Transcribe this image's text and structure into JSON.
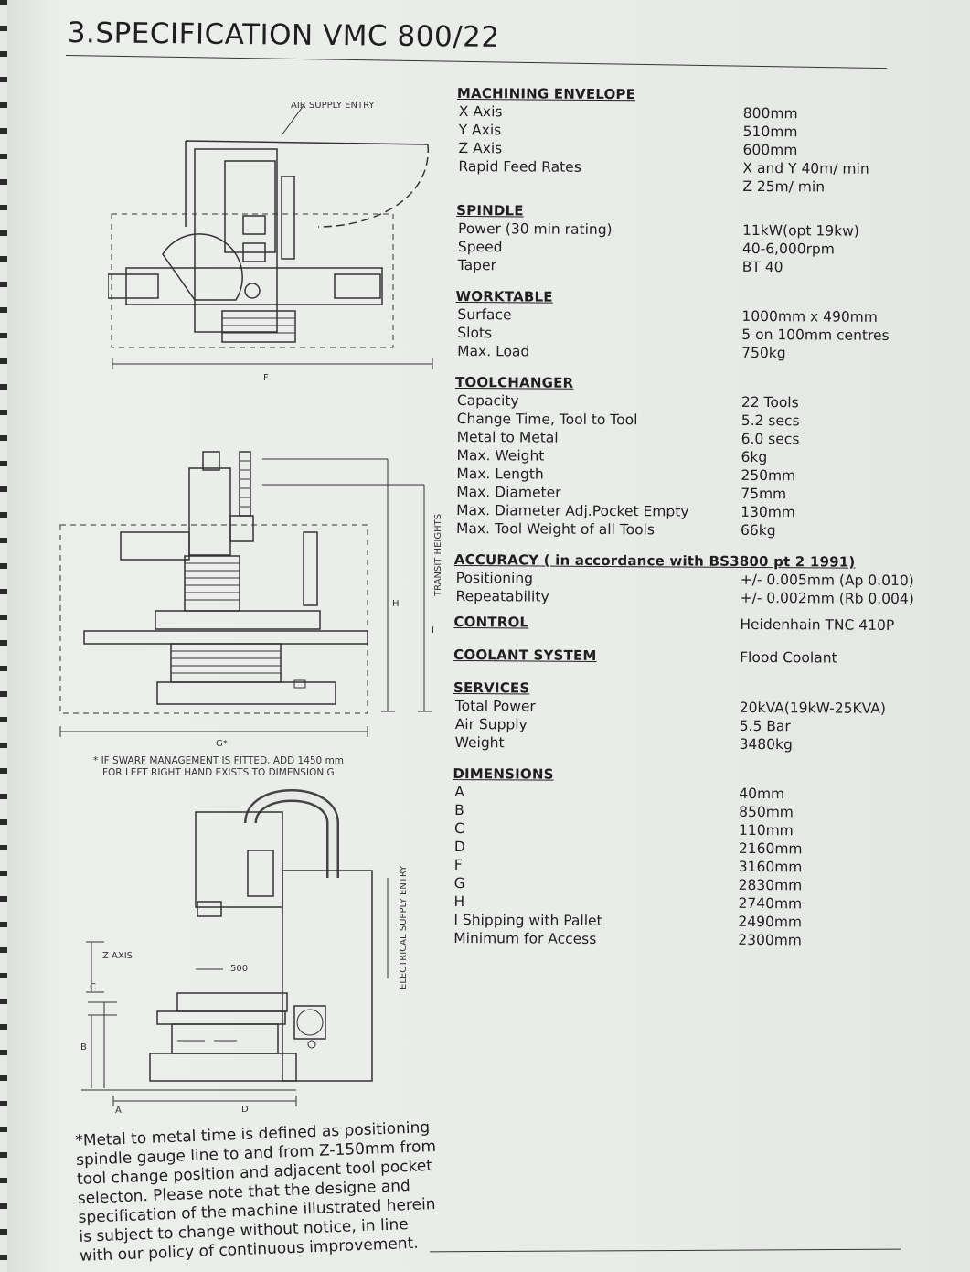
{
  "title": "3.SPECIFICATION VMC 800/22",
  "drawings": {
    "top": {
      "air_supply_label": "AIR SUPPLY ENTRY",
      "dim_f": "F"
    },
    "front": {
      "dim_g": "G*",
      "dim_h": "H",
      "dim_i": "I",
      "transit_heights": "TRANSIT HEIGHTS",
      "note_line1": "* IF SWARF MANAGEMENT IS FITTED, ADD 1450 mm",
      "note_line2": "FOR LEFT RIGHT HAND EXISTS TO DIMENSION G"
    },
    "side": {
      "z_axis": "Z AXIS",
      "dim_500": "500",
      "dim_a": "A",
      "dim_b": "B",
      "dim_c": "C",
      "dim_d": "D",
      "electrical_supply": "ELECTRICAL SUPPLY ENTRY"
    }
  },
  "specs": {
    "machining_envelope": {
      "heading": "MACHINING ENVELOPE",
      "rows": [
        {
          "label": "X Axis",
          "value": "800mm"
        },
        {
          "label": "Y Axis",
          "value": "510mm"
        },
        {
          "label": "Z Axis",
          "value": "600mm"
        },
        {
          "label": "Rapid Feed Rates",
          "value": "X and Y 40m/ min"
        },
        {
          "label": "",
          "value": "Z 25m/ min"
        }
      ]
    },
    "spindle": {
      "heading": "SPINDLE",
      "rows": [
        {
          "label": "Power (30 min rating)",
          "value": "11kW(opt 19kw)"
        },
        {
          "label": "Speed",
          "value": "40-6,000rpm"
        },
        {
          "label": "Taper",
          "value": "BT 40"
        }
      ]
    },
    "worktable": {
      "heading": "WORKTABLE",
      "rows": [
        {
          "label": "Surface",
          "value": "1000mm x 490mm"
        },
        {
          "label": "Slots",
          "value": "5 on 100mm centres"
        },
        {
          "label": "Max. Load",
          "value": "750kg"
        }
      ]
    },
    "toolchanger": {
      "heading": "TOOLCHANGER",
      "rows": [
        {
          "label": "Capacity",
          "value": "22 Tools"
        },
        {
          "label": "Change Time, Tool to Tool",
          "value": "5.2 secs"
        },
        {
          "label": "Metal to Metal",
          "value": "6.0 secs"
        },
        {
          "label": "Max. Weight",
          "value": "6kg"
        },
        {
          "label": "Max. Length",
          "value": "250mm"
        },
        {
          "label": "Max. Diameter",
          "value": "75mm"
        },
        {
          "label": "Max. Diameter Adj.Pocket Empty",
          "value": "130mm"
        },
        {
          "label": "Max. Tool Weight of all Tools",
          "value": "66kg"
        }
      ]
    },
    "accuracy": {
      "heading": "ACCURACY",
      "heading_tail": " ( in accordance with BS3800 pt 2 1991)",
      "rows": [
        {
          "label": "Positioning",
          "value": "+/- 0.005mm (Ap 0.010)"
        },
        {
          "label": "Repeatability",
          "value": "+/- 0.002mm (Rb 0.004)"
        }
      ]
    },
    "control": {
      "heading": "CONTROL",
      "value": "Heidenhain TNC 410P"
    },
    "coolant": {
      "heading": "COOLANT SYSTEM",
      "value": "Flood Coolant"
    },
    "services": {
      "heading": "SERVICES",
      "rows": [
        {
          "label": "Total Power",
          "value": "20kVA(19kW-25KVA)"
        },
        {
          "label": "Air Supply",
          "value": "5.5 Bar"
        },
        {
          "label": "Weight",
          "value": "3480kg"
        }
      ]
    },
    "dimensions": {
      "heading": "DIMENSIONS",
      "rows": [
        {
          "label": "A",
          "value": "40mm"
        },
        {
          "label": "B",
          "value": "850mm"
        },
        {
          "label": "C",
          "value": "110mm"
        },
        {
          "label": "D",
          "value": "2160mm"
        },
        {
          "label": "F",
          "value": "3160mm"
        },
        {
          "label": "G",
          "value": "2830mm"
        },
        {
          "label": "H",
          "value": "2740mm"
        },
        {
          "label": "I  Shipping with Pallet",
          "value": "2490mm"
        },
        {
          "label": "Minimum for Access",
          "value": "2300mm"
        }
      ]
    }
  },
  "footnote": [
    "*Metal to metal time is defined as positioning",
    "spindle gauge line to and from Z-150mm from",
    "tool change position and adjacent tool pocket",
    "selecton. Please note that the designe and",
    "specification of the machine illustrated herein",
    "is subject to change without notice, in line",
    "with our policy of continuous improvement."
  ]
}
